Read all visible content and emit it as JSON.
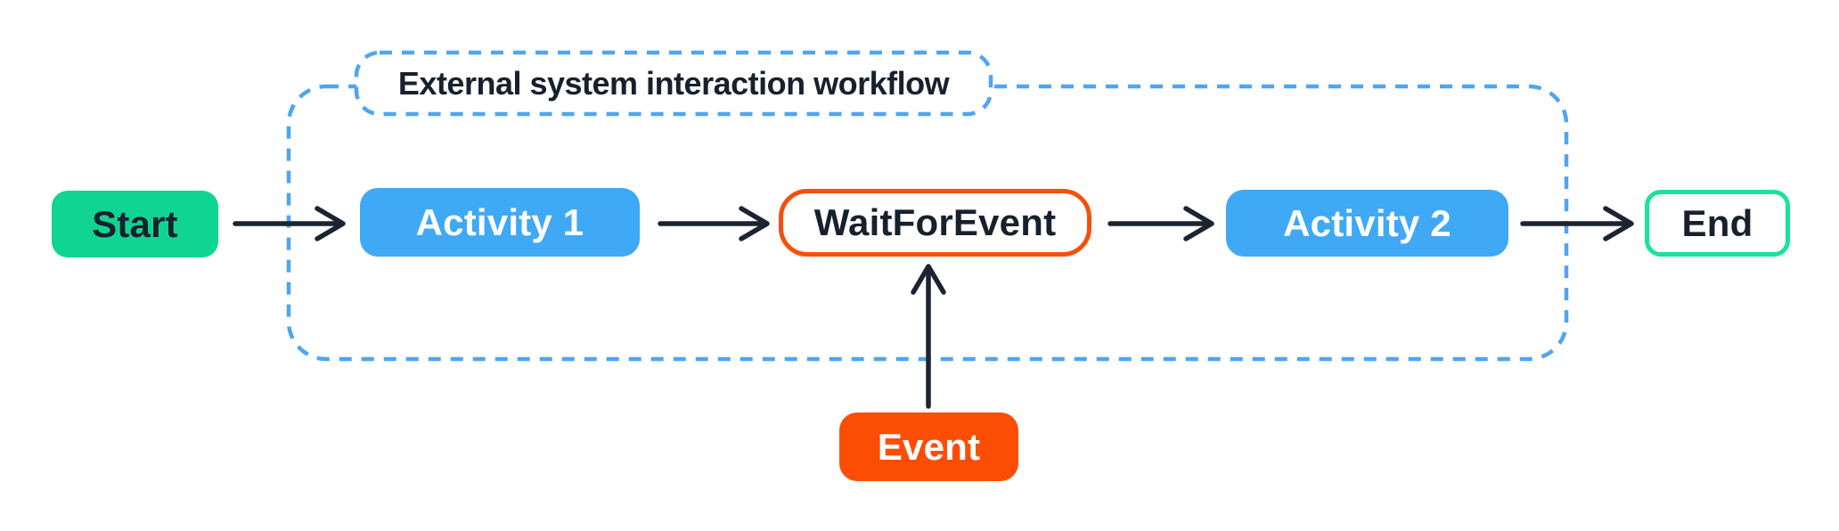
{
  "diagram": {
    "title": "External system interaction workflow",
    "container": {
      "style": "dashed-rounded-rect",
      "border_color": "#4FA5F0"
    },
    "nodes": {
      "start": {
        "label": "Start",
        "type": "start",
        "fill": "#10D592",
        "text_color": "#17212E"
      },
      "activity1": {
        "label": "Activity 1",
        "type": "activity",
        "fill": "#3FA9F5",
        "text_color": "#FFFFFF"
      },
      "wait_for_event": {
        "label": "WaitForEvent",
        "type": "wait",
        "fill": "#FFFFFF",
        "border_color": "#F5500C",
        "text_color": "#17212E"
      },
      "activity2": {
        "label": "Activity 2",
        "type": "activity",
        "fill": "#3FA9F5",
        "text_color": "#FFFFFF"
      },
      "end": {
        "label": "End",
        "type": "end",
        "fill": "#FFFFFF",
        "border_color": "#1BE398",
        "text_color": "#17212E"
      },
      "event": {
        "label": "Event",
        "type": "event",
        "fill": "#FB4E04",
        "text_color": "#FFFFFF"
      }
    },
    "edges": [
      {
        "from": "start",
        "to": "activity1"
      },
      {
        "from": "activity1",
        "to": "wait_for_event"
      },
      {
        "from": "wait_for_event",
        "to": "activity2"
      },
      {
        "from": "activity2",
        "to": "end"
      },
      {
        "from": "event",
        "to": "wait_for_event"
      }
    ],
    "arrow_color": "#1B2430"
  }
}
